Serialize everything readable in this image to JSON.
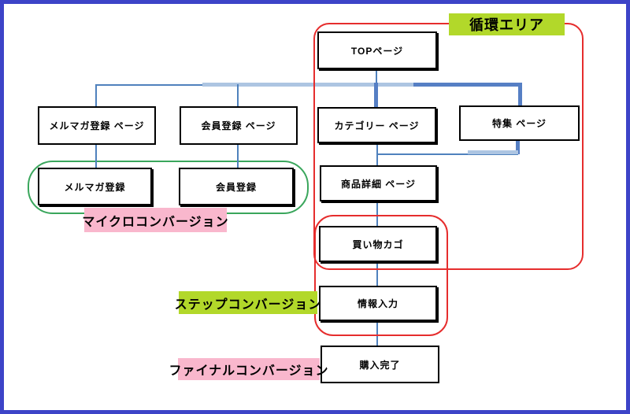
{
  "boxes": {
    "top_page": "TOPページ",
    "melmaga_page": "メルマガ登録 ページ",
    "kaiin_page": "会員登録 ページ",
    "category_page": "カテゴリー ページ",
    "tokushu_page": "特集 ページ",
    "melmaga_reg": "メルマガ登録",
    "kaiin_reg": "会員登録",
    "shohin_page": "商品詳細 ページ",
    "kaimono_kago": "買い物カゴ",
    "joho_nyuryoku": "情報入力",
    "konyu_kanryo": "購入完了"
  },
  "labels": {
    "junkan_area": "循環エリア",
    "micro_conversion": "マイクロコンバージョン",
    "step_conversion": "ステップコンバージョン",
    "final_conversion": "ファイナルコンバージョン"
  },
  "colors": {
    "frame_border_blue": "#3d44c8",
    "highlight_green": "#b2d82a",
    "highlight_pink": "#f9b7cd",
    "area_outline_red": "#e62d2d",
    "area_outline_green": "#3aa65c",
    "connector_blue": "#4f81bd",
    "connector_light_blue": "#adc5e2",
    "connector_dark_blue": "#567fc4"
  }
}
